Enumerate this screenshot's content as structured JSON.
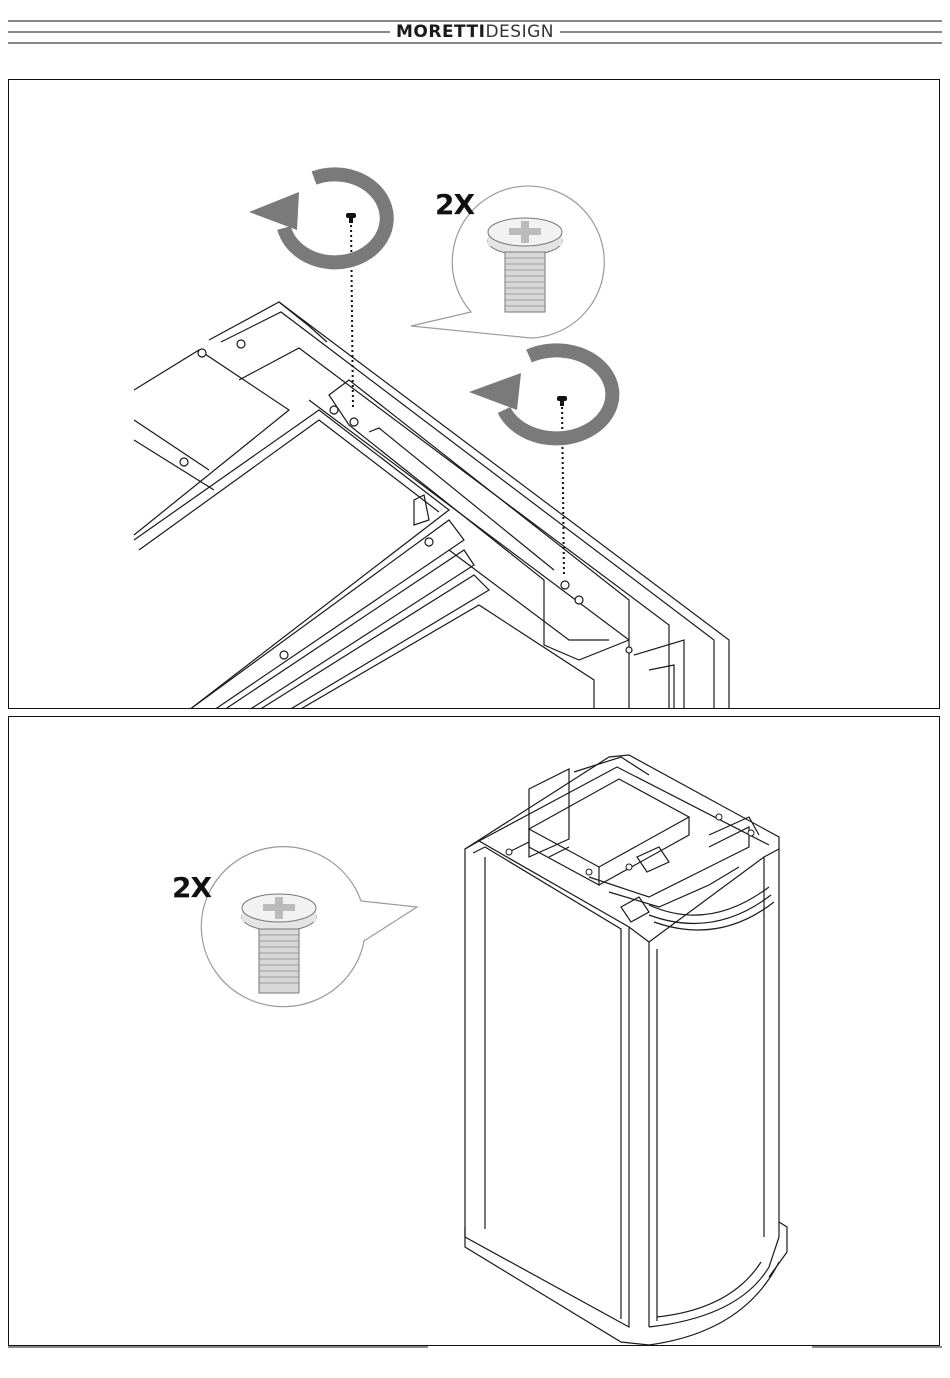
{
  "header": {
    "brand_bold": "MORETTI",
    "brand_light": "DESIGN"
  },
  "step1": {
    "quantity_label": "2X",
    "icons": [
      "rotate-ccw-arrow-icon",
      "screw-icon"
    ]
  },
  "step2": {
    "quantity_label": "2X",
    "icons": [
      "screw-icon"
    ]
  },
  "colors": {
    "arrow": "#7a7a7a",
    "line": "#1a1a1a",
    "callout": "#9a9a9a"
  }
}
